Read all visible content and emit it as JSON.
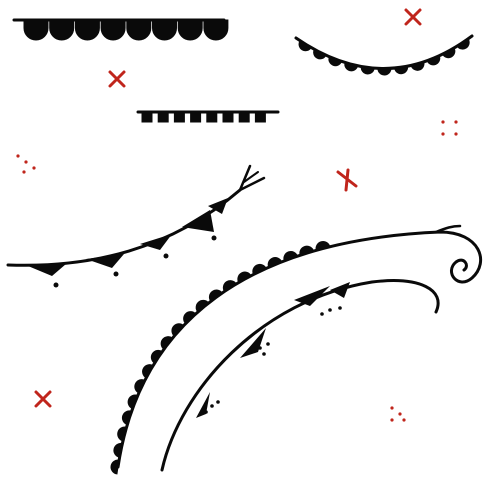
{
  "colors": {
    "background": "#ffffff",
    "ink": "#0a0a0a",
    "accent": "#c0251c"
  },
  "elements": [
    {
      "kind": "scallop-border-icon",
      "count": 8
    },
    {
      "kind": "arc-scallop-border-icon",
      "count": 11
    },
    {
      "kind": "square-flag-border-icon",
      "count": 8
    },
    {
      "kind": "branch-pennant-garland-icon",
      "count": 5
    },
    {
      "kind": "spiral-arc-scallop-garland-icon",
      "count": 20
    },
    {
      "kind": "curl-arc-pennant-garland-icon",
      "count": 4
    },
    {
      "kind": "cross-sparkle-icon",
      "count": 4
    },
    {
      "kind": "dot-sparkle-icon",
      "count": 3
    }
  ]
}
